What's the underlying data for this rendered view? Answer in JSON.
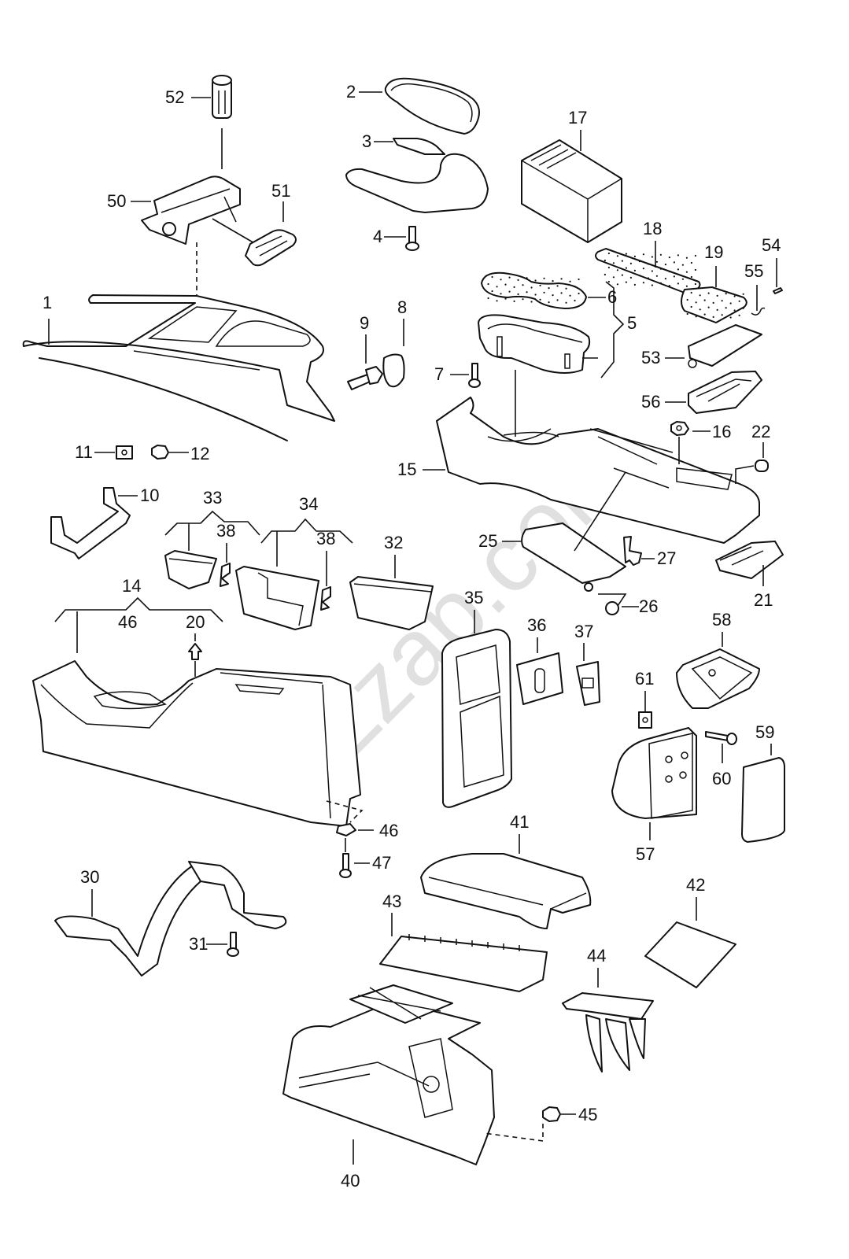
{
  "diagram": {
    "type": "exploded-parts-diagram",
    "subject": "center console assembly",
    "watermark": "Zzap.com",
    "labels": {
      "p1": "1",
      "p2": "2",
      "p3": "3",
      "p4": "4",
      "p5": "5",
      "p6": "6",
      "p7": "7",
      "p8": "8",
      "p9": "9",
      "p10": "10",
      "p11": "11",
      "p12": "12",
      "p14": "14",
      "p15": "15",
      "p16": "16",
      "p17": "17",
      "p18": "18",
      "p19": "19",
      "p20": "20",
      "p21": "21",
      "p22": "22",
      "p25": "25",
      "p26": "26",
      "p27": "27",
      "p30": "30",
      "p31": "31",
      "p32": "32",
      "p33": "33",
      "p34": "34",
      "p35": "35",
      "p36": "36",
      "p37": "37",
      "p38a": "38",
      "p38b": "38",
      "p40": "40",
      "p41": "41",
      "p42": "42",
      "p43": "43",
      "p44": "44",
      "p45": "45",
      "p46a": "46",
      "p46b": "46",
      "p47": "47",
      "p50": "50",
      "p51": "51",
      "p52": "52",
      "p53": "53",
      "p54": "54",
      "p55": "55",
      "p56": "56",
      "p57": "57",
      "p58": "58",
      "p59": "59",
      "p60": "60",
      "p61": "61"
    }
  }
}
